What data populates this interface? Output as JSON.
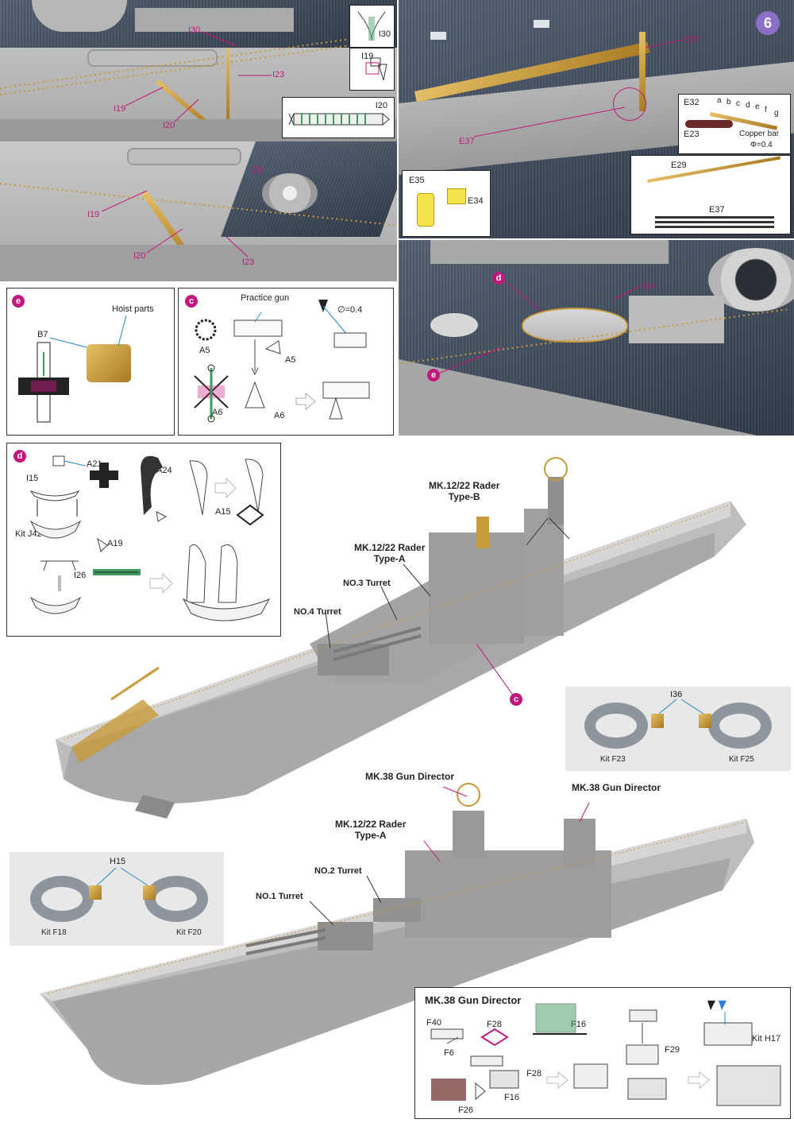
{
  "step": "6",
  "top_left_upper": {
    "labels": [
      "I30",
      "I23",
      "I19",
      "I20"
    ],
    "insets": {
      "i30": "I30",
      "i19": "I19",
      "i20": "I20"
    }
  },
  "top_left_lower": {
    "labels": [
      "I23",
      "I19",
      "I20",
      "I23"
    ]
  },
  "top_right": {
    "labels": [
      "E37",
      "E37"
    ],
    "e_inset": {
      "e32": "E32",
      "letters": [
        "a",
        "b",
        "c",
        "d",
        "e",
        "f",
        "g"
      ],
      "e23": "E23",
      "copper": "Copper bar",
      "phi": "Φ=0.4"
    },
    "e29_inset": {
      "e29": "E29",
      "e37": "E37"
    },
    "e35_inset": {
      "e35": "E35",
      "e34": "E34"
    }
  },
  "mid_right": {
    "d": "d",
    "e": "e",
    "label": "I14"
  },
  "panel_e": {
    "badge": "e",
    "hoist": "Hoist parts",
    "b7": "B7"
  },
  "panel_c": {
    "badge": "c",
    "practice": "Practice gun",
    "dia": "∅=0.4",
    "a5a": "A5",
    "a5b": "A5",
    "a6a": "A6",
    "a6b": "A6"
  },
  "panel_d": {
    "badge": "d",
    "a21": "A21",
    "i15": "I15",
    "kitj42": "Kit J42",
    "a19": "A19",
    "a24": "A24",
    "a15": "A15",
    "i26": "I26"
  },
  "ship1": {
    "mk12b": "MK.12/22 Rader",
    "typeb": "Type-B",
    "mk12a": "MK.12/22 Rader",
    "typea": "Type-A",
    "no3": "NO.3 Turret",
    "no4": "NO.4 Turret",
    "c": "c"
  },
  "ring_inset_1": {
    "i36": "I36",
    "f23": "Kit F23",
    "f25": "Kit F25"
  },
  "ship2": {
    "mk38a": "MK.38 Gun Director",
    "mk38b": "MK.38 Gun Director",
    "mk12": "MK.12/22 Rader",
    "typea": "Type-A",
    "no2": "NO.2 Turret",
    "no1": "NO.1 Turret"
  },
  "ring_inset_2": {
    "h15": "H15",
    "f18": "Kit F18",
    "f20": "Kit F20"
  },
  "mk38_panel": {
    "title": "MK.38 Gun Director",
    "labels": {
      "f40": "F40",
      "f28a": "F28",
      "f16a": "F16",
      "f6": "F6",
      "f28b": "F28",
      "f16b": "F16",
      "f26": "F26",
      "f29": "F29",
      "h17": "Kit H17"
    }
  },
  "colors": {
    "magenta": "#c2187b",
    "step": "#8b6fc5",
    "brass": "#d1a746",
    "deck": "#44505f",
    "hull": "#bdbdbd"
  }
}
